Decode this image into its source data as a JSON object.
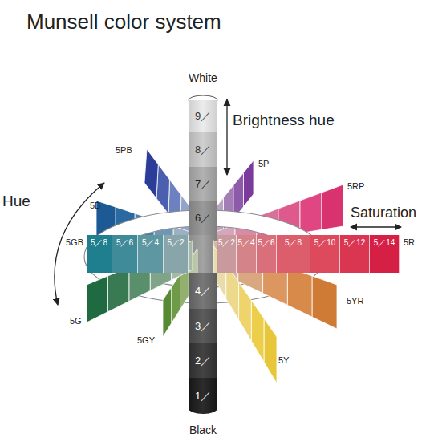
{
  "diagram": {
    "title": "Munsell color system",
    "nodes": [
      {
        "text": [
          "9／"
        ]
      },
      {
        "text": [
          "8／"
        ]
      },
      {
        "text": [
          "7／"
        ]
      },
      {
        "text": [
          "6／"
        ]
      },
      {
        "text": [
          "5／8"
        ]
      },
      {
        "text": [
          "5／6"
        ]
      },
      {
        "text": [
          "5／4"
        ]
      },
      {
        "text": [
          "5／2"
        ]
      },
      {
        "text": [
          "5／2"
        ]
      },
      {
        "text": [
          "5／4"
        ]
      },
      {
        "text": [
          "5／6"
        ]
      },
      {
        "text": [
          "5／8"
        ]
      },
      {
        "text": [
          "5／10"
        ]
      },
      {
        "text": [
          "5／12"
        ]
      },
      {
        "text": [
          "5／14"
        ]
      },
      {
        "text": [
          "4／"
        ]
      },
      {
        "text": [
          "3／"
        ]
      },
      {
        "text": [
          "2／"
        ]
      },
      {
        "text": [
          "1／"
        ]
      }
    ],
    "labels": [
      "White",
      "Brightness hue",
      "5PB",
      "5P",
      "5RP",
      "Hue",
      "5B",
      "Saturation",
      "5GB",
      "5R",
      "5G",
      "5YR",
      "5GY",
      "5Y",
      "Black"
    ]
  }
}
